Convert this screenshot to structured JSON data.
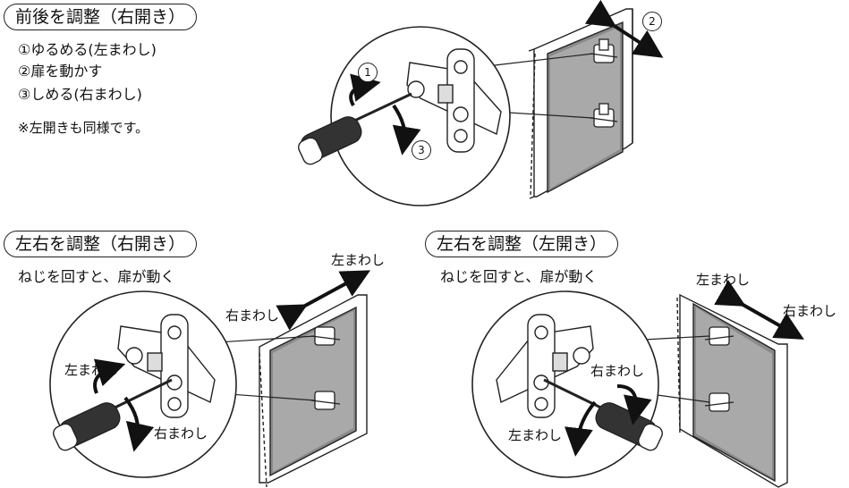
{
  "sections": {
    "top": {
      "title": "前後を調整（右開き）",
      "steps": [
        "①ゆるめる(左まわし)",
        "②扉を動かす",
        "③しめる(右まわし)"
      ],
      "note": "※左開きも同様です。",
      "markers": {
        "step1": "1",
        "step2": "2",
        "step3": "3"
      }
    },
    "left_right_right_open": {
      "title": "左右を調整（右開き）",
      "instruction": "ねじを回すと、扉が動く",
      "labels": {
        "left_turn_top": "左まわし",
        "right_turn_top": "右まわし",
        "left_turn_circle": "左まわし",
        "right_turn_circle": "右まわし"
      }
    },
    "left_right_left_open": {
      "title": "左右を調整（左開き）",
      "instruction": "ねじを回すと、扉が動く",
      "labels": {
        "left_turn_top": "左まわし",
        "right_turn_top": "右まわし",
        "right_turn_circle": "右まわし",
        "left_turn_circle": "左まわし"
      }
    }
  }
}
